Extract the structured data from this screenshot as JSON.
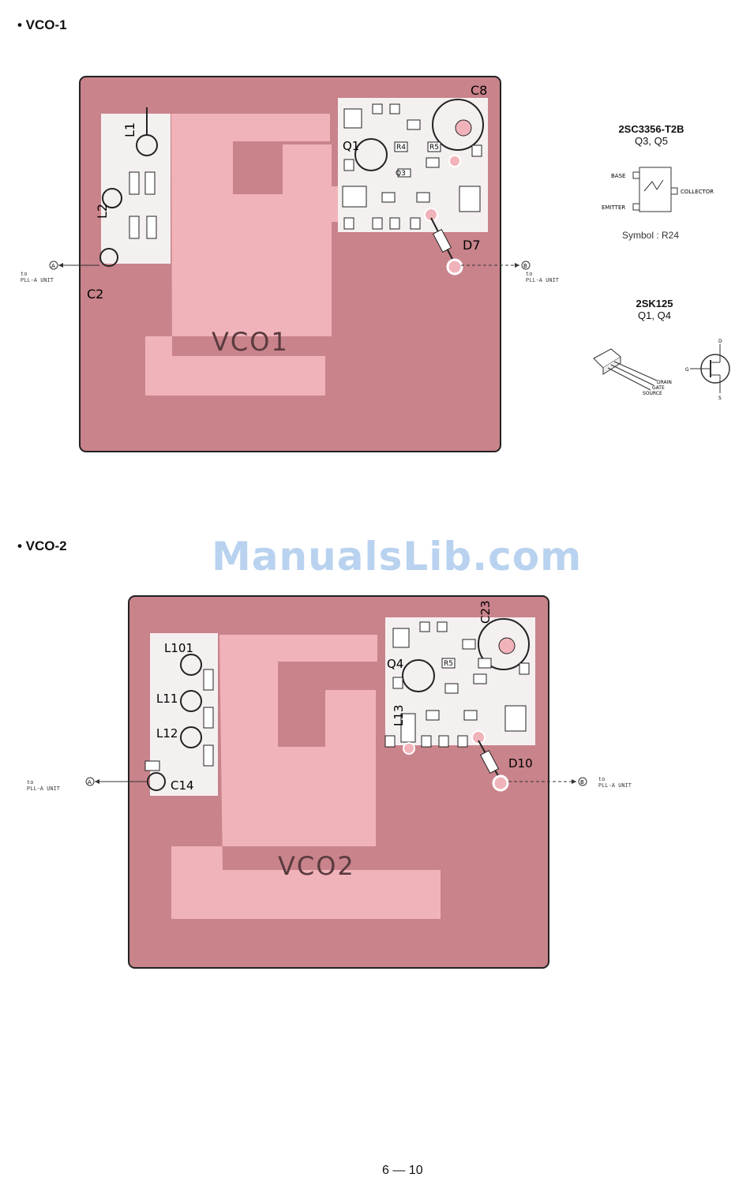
{
  "sections": {
    "vco1": {
      "heading": "• VCO-1",
      "board_label": "VCO1"
    },
    "vco2": {
      "heading": "• VCO-2",
      "board_label": "VCO2"
    }
  },
  "vco1_parts": {
    "L1": "L1",
    "L2": "L2",
    "C2": "C2",
    "C8": "C8",
    "Q1": "Q1",
    "Q3": "Q3",
    "R4": "R4",
    "R5": "R5",
    "D7": "D7"
  },
  "vco2_parts": {
    "L101": "L101",
    "L11": "L11",
    "L12": "L12",
    "L13": "L13",
    "C14": "C14",
    "C23": "C23",
    "Q4": "Q4",
    "R5": "R5",
    "D10": "D10"
  },
  "connectors": {
    "a_mark": "A",
    "b_mark": "B",
    "to_text": "to",
    "pll_text": "PLL-A UNIT"
  },
  "transistor_2sc": {
    "name": "2SC3356-T2B",
    "refs": "Q3, Q5",
    "pin_base": "BASE",
    "pin_emitter": "EMITTER",
    "pin_collector": "COLLECTOR",
    "symbol_note": "Symbol : R24"
  },
  "transistor_2sk": {
    "name": "2SK125",
    "refs": "Q1, Q4",
    "pin_drain": "DRAIN",
    "pin_gate": "GATE",
    "pin_source": "SOURCE",
    "sym_d": "D",
    "sym_g": "G",
    "sym_s": "S"
  },
  "page_number": "6 — 10",
  "watermark": "ManualsLib.com",
  "colors": {
    "board": "#c9838b",
    "trace": "#f1b3ba",
    "silk": "#ffffff",
    "outline": "#222222"
  }
}
